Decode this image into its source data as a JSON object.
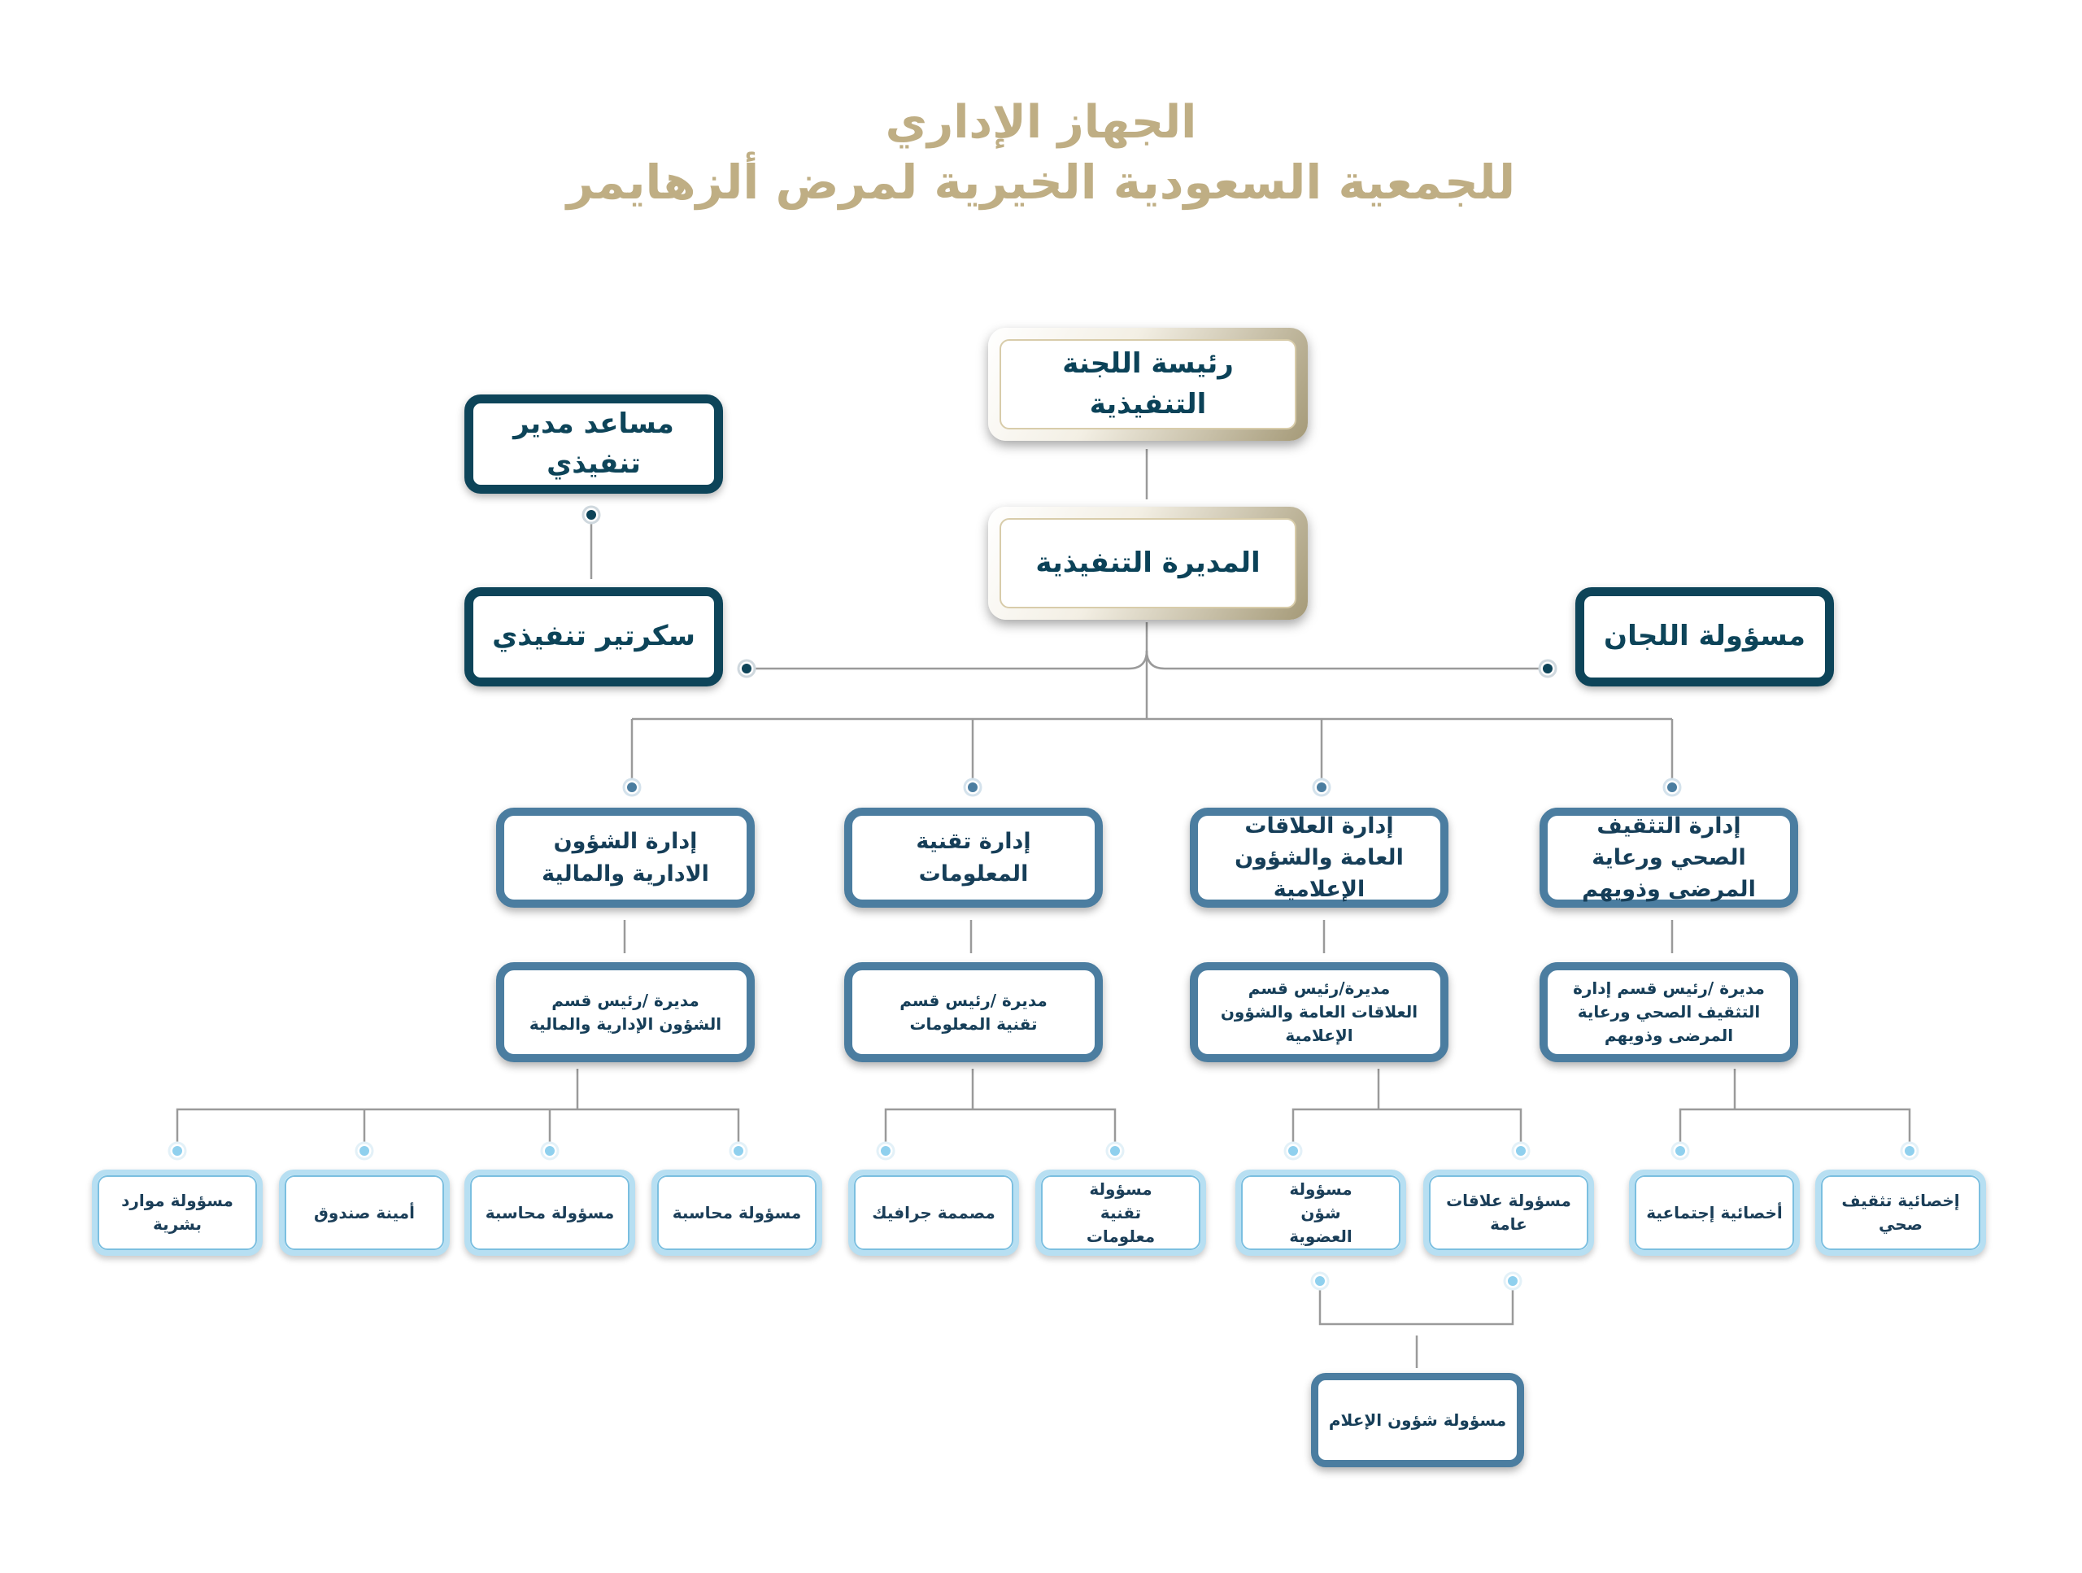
{
  "title": {
    "line1": "الجهاز الإداري",
    "line2": "للجمعية السعودية الخيرية لمرض ألزهايمر"
  },
  "nodes": {
    "chair": "رئيسة اللجنة التنفيذية",
    "exec_director": "المديرة التنفيذية",
    "asst_exec": "مساعد مدير تنفيذي",
    "exec_secretary": "سكرتير تنفيذي",
    "committees": "مسؤولة اللجان",
    "dept_health": "إدارة التثقيف الصحي ورعاية المرضى وذويهم",
    "dept_pr": "إدارة العلاقات العامة والشؤون الإعلامية",
    "dept_it": "إدارة تقنية المعلومات",
    "dept_admin": "إدارة الشؤون الادارية والمالية",
    "head_health": "مديرة /رئيس قسم إدارة التثقيف الصحي ورعاية المرضى وذويهم",
    "head_pr": "مديرة/رئيس قسم العلاقات العامة والشؤون الإعلامية",
    "head_it": "مديرة /رئيس قسم تقنية المعلومات",
    "head_admin": "مديرة /رئيس قسم الشؤون الإدارية والمالية",
    "health_educator": "إخصائية تثقيف صحي",
    "social_worker": "أخصائية إجتماعية",
    "pr_officer": "مسؤولة علاقات عامة",
    "membership": "مسؤولة شؤن العضوية",
    "it_officer": "مسؤولة تقنية معلومات",
    "designer": "مصممة جرافيك",
    "accountant1": "مسؤولة محاسبة",
    "accountant2": "مسؤولة محاسبة",
    "treasurer": "أمينة صندوق",
    "hr": "مسؤولة موارد بشرية",
    "media": "مسؤولة شؤون الإعلام"
  },
  "colors": {
    "title": "#bfae84",
    "dark_border": "#0d4459",
    "mid_border": "#4b7da0",
    "light_border": "#b7dff2",
    "connector": "#9a9a9a"
  }
}
